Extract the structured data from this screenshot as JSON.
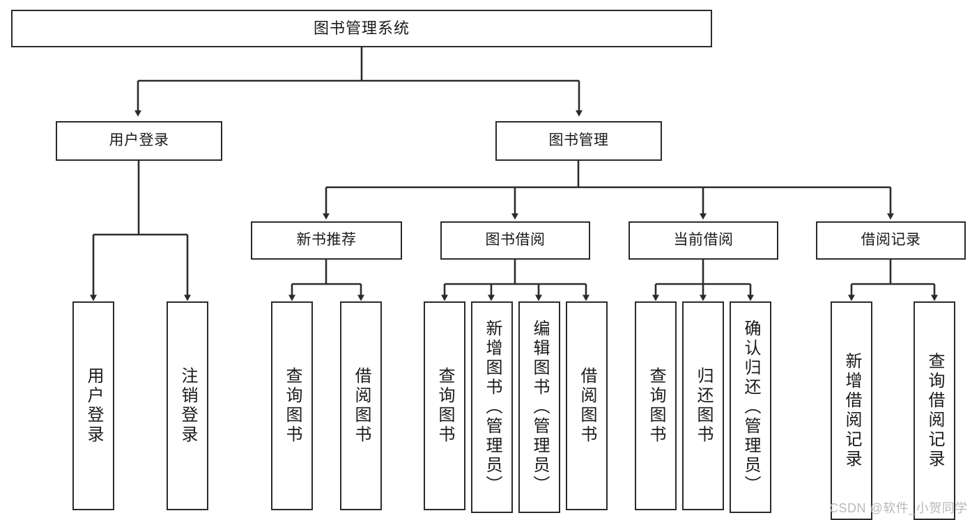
{
  "diagram": {
    "type": "tree-hierarchy",
    "title": "图书管理系统",
    "watermark": "CSDN @软件_小贺同学",
    "colors": {
      "stroke": "#2b2b2b",
      "fill": "#ffffff",
      "text": "#1a1a1a",
      "watermark": "#b9b9b9"
    },
    "nodes": {
      "root": {
        "label": "图书管理系统"
      },
      "level1": [
        {
          "id": "user-login",
          "label": "用户登录"
        },
        {
          "id": "book-manage",
          "label": "图书管理"
        }
      ],
      "level2": [
        {
          "id": "new-book-rec",
          "label": "新书推荐"
        },
        {
          "id": "book-borrow",
          "label": "图书借阅"
        },
        {
          "id": "current-borrow",
          "label": "当前借阅"
        },
        {
          "id": "borrow-record",
          "label": "借阅记录"
        }
      ],
      "leaves": {
        "user-login": [
          {
            "id": "leaf-user-login",
            "label": "用户登录"
          },
          {
            "id": "leaf-logout",
            "label": "注销登录"
          }
        ],
        "new-book-rec": [
          {
            "id": "leaf-query-book-1",
            "label": "查询图书"
          },
          {
            "id": "leaf-borrow-book-1",
            "label": "借阅图书"
          }
        ],
        "book-borrow": [
          {
            "id": "leaf-query-book-2",
            "label": "查询图书"
          },
          {
            "id": "leaf-add-book",
            "label": "新增图书（管理员）"
          },
          {
            "id": "leaf-edit-book",
            "label": "编辑图书（管理员）"
          },
          {
            "id": "leaf-borrow-book-2",
            "label": "借阅图书"
          }
        ],
        "current-borrow": [
          {
            "id": "leaf-query-book-3",
            "label": "查询图书"
          },
          {
            "id": "leaf-return-book",
            "label": "归还图书"
          },
          {
            "id": "leaf-confirm-return",
            "label": "确认归还（管理员）"
          }
        ],
        "borrow-record": [
          {
            "id": "leaf-add-record",
            "label": "新增借阅记录"
          },
          {
            "id": "leaf-query-record",
            "label": "查询借阅记录"
          }
        ]
      }
    }
  }
}
